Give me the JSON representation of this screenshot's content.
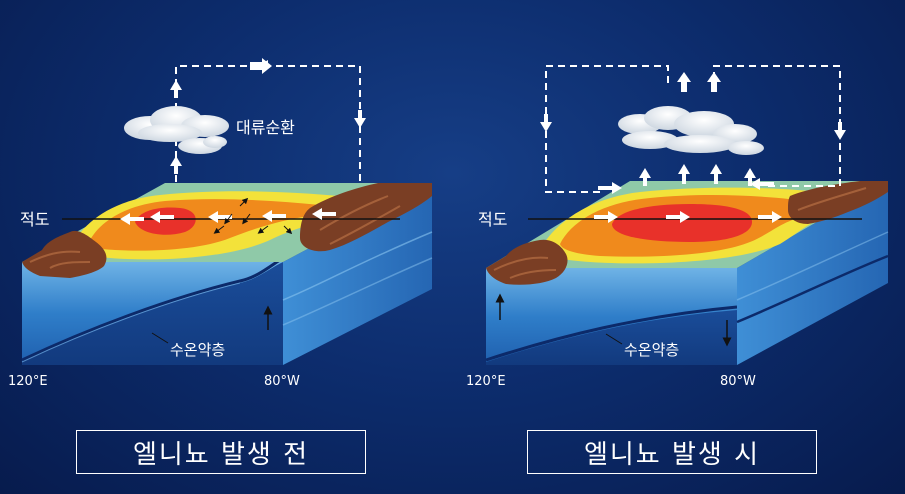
{
  "panels": [
    {
      "equator": "적도",
      "convection": "대류순환",
      "thermocline": "수온약층",
      "lon_left": "120°E",
      "lon_right": "80°W",
      "caption": "엘니뇨 발생 전"
    },
    {
      "equator": "적도",
      "thermocline": "수온약층",
      "lon_left": "120°E",
      "lon_right": "80°W",
      "caption": "엘니뇨 발생 시"
    }
  ],
  "colors": {
    "background": "#0d2d6e",
    "warm_core": "#e8312a",
    "warm": "#f08a1c",
    "mild": "#f3e23a",
    "cool": "#8fc9a8",
    "land": "#7a3e24"
  }
}
